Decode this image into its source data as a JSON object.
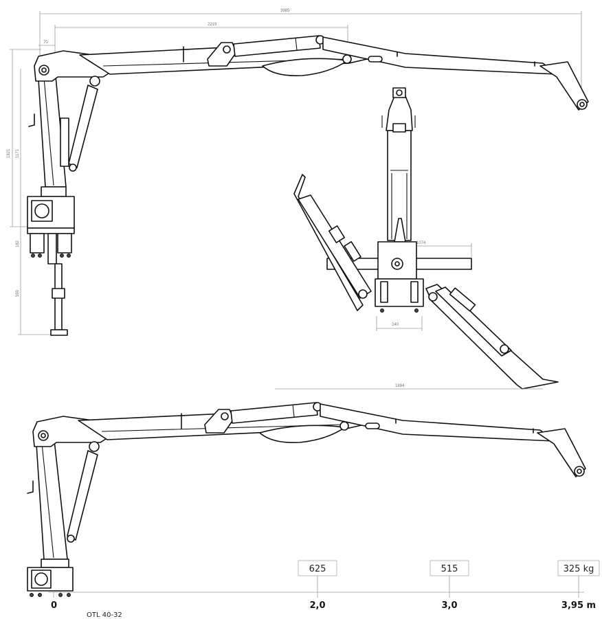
{
  "dimensions": {
    "total_reach": "3985",
    "second_boom": "2219",
    "offset_top": "70",
    "height_total": "1821",
    "height_column": "1171",
    "base_height": "182",
    "leg_height": "590",
    "leg_width": "1074",
    "base_width": "240",
    "span_width": "1884"
  },
  "capacity_chart": {
    "model": "OTL 40-32",
    "loads": [
      {
        "load": "625",
        "distance": "2,0"
      },
      {
        "load": "515",
        "distance": "3,0"
      },
      {
        "load": "325 kg",
        "distance": "3,95 m"
      }
    ],
    "origin_label": "0"
  }
}
